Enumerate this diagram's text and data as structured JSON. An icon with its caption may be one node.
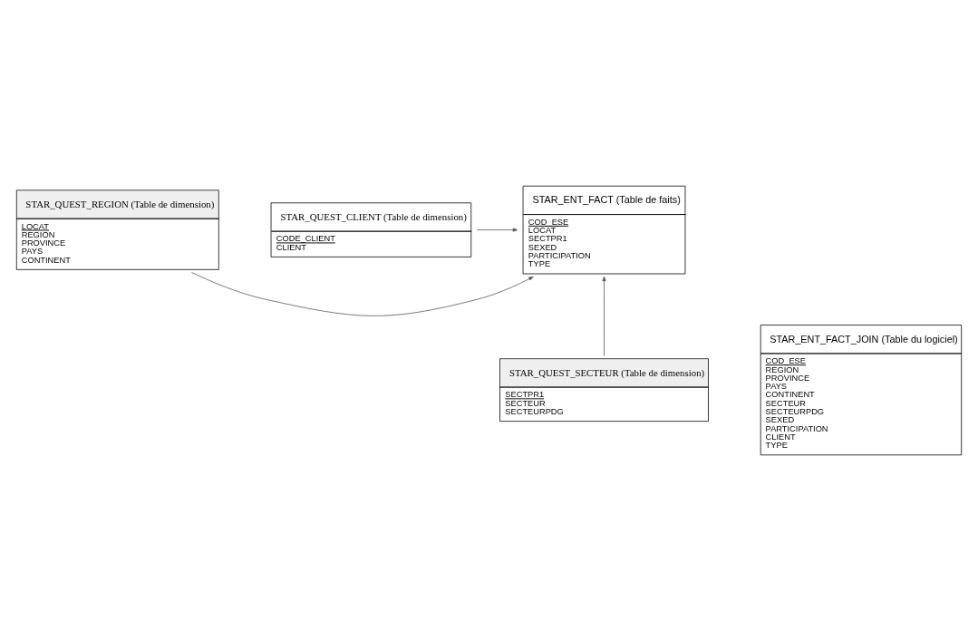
{
  "diagram": {
    "nodes": [
      {
        "text": [
          "STAR_QUEST_REGION (Table de dimension)",
          "LOCAT",
          "REGION",
          "PROVINCE",
          "PAYS",
          "CONTINENT"
        ]
      },
      {
        "text": [
          "STAR_ENT_FACT (Table de faits)",
          "COD_ESE",
          "LOCAT",
          "SECTPR1",
          "SEXED",
          "PARTICIPATION",
          "TYPE"
        ]
      },
      {
        "text": [
          "STAR_QUEST_CLIENT (Table de dimension)",
          "CODE_CLIENT",
          "CLIENT"
        ]
      },
      {
        "text": [
          "STAR_QUEST_SECTEUR (Table de dimension)",
          "SECTPR1",
          "SECTEUR",
          "SECTEURPDG"
        ]
      },
      {
        "text": [
          "STAR_ENT_FACT_JOIN (Table du logiciel)",
          "COD_ESE",
          "REGION",
          "PROVINCE",
          "PAYS",
          "CONTINENT",
          "SECTEUR",
          "SECTEURPDG",
          "SEXED",
          "PARTICIPATION",
          "CLIENT",
          "TYPE"
        ]
      }
    ],
    "edges": [
      {
        "from": 0,
        "to": 1,
        "arrow": "to"
      },
      {
        "from": 2,
        "to": 1,
        "arrow": "to"
      },
      {
        "from": 3,
        "to": 1,
        "arrow": "to"
      }
    ]
  }
}
